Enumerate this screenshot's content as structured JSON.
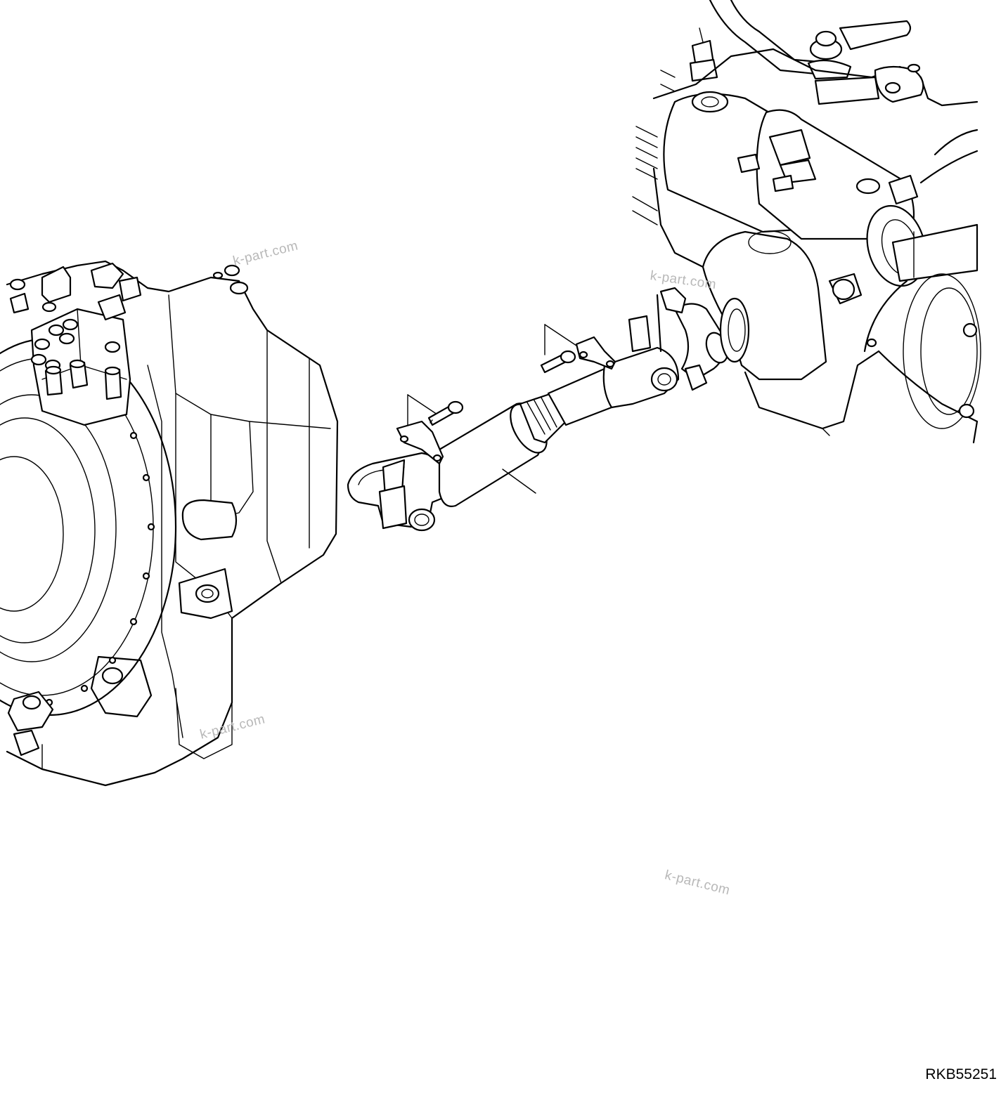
{
  "figure": {
    "reference_code": "RKB55251"
  },
  "watermarks": [
    "k-part.com",
    "k-part.com",
    "k-part.com",
    "k-part.com"
  ]
}
